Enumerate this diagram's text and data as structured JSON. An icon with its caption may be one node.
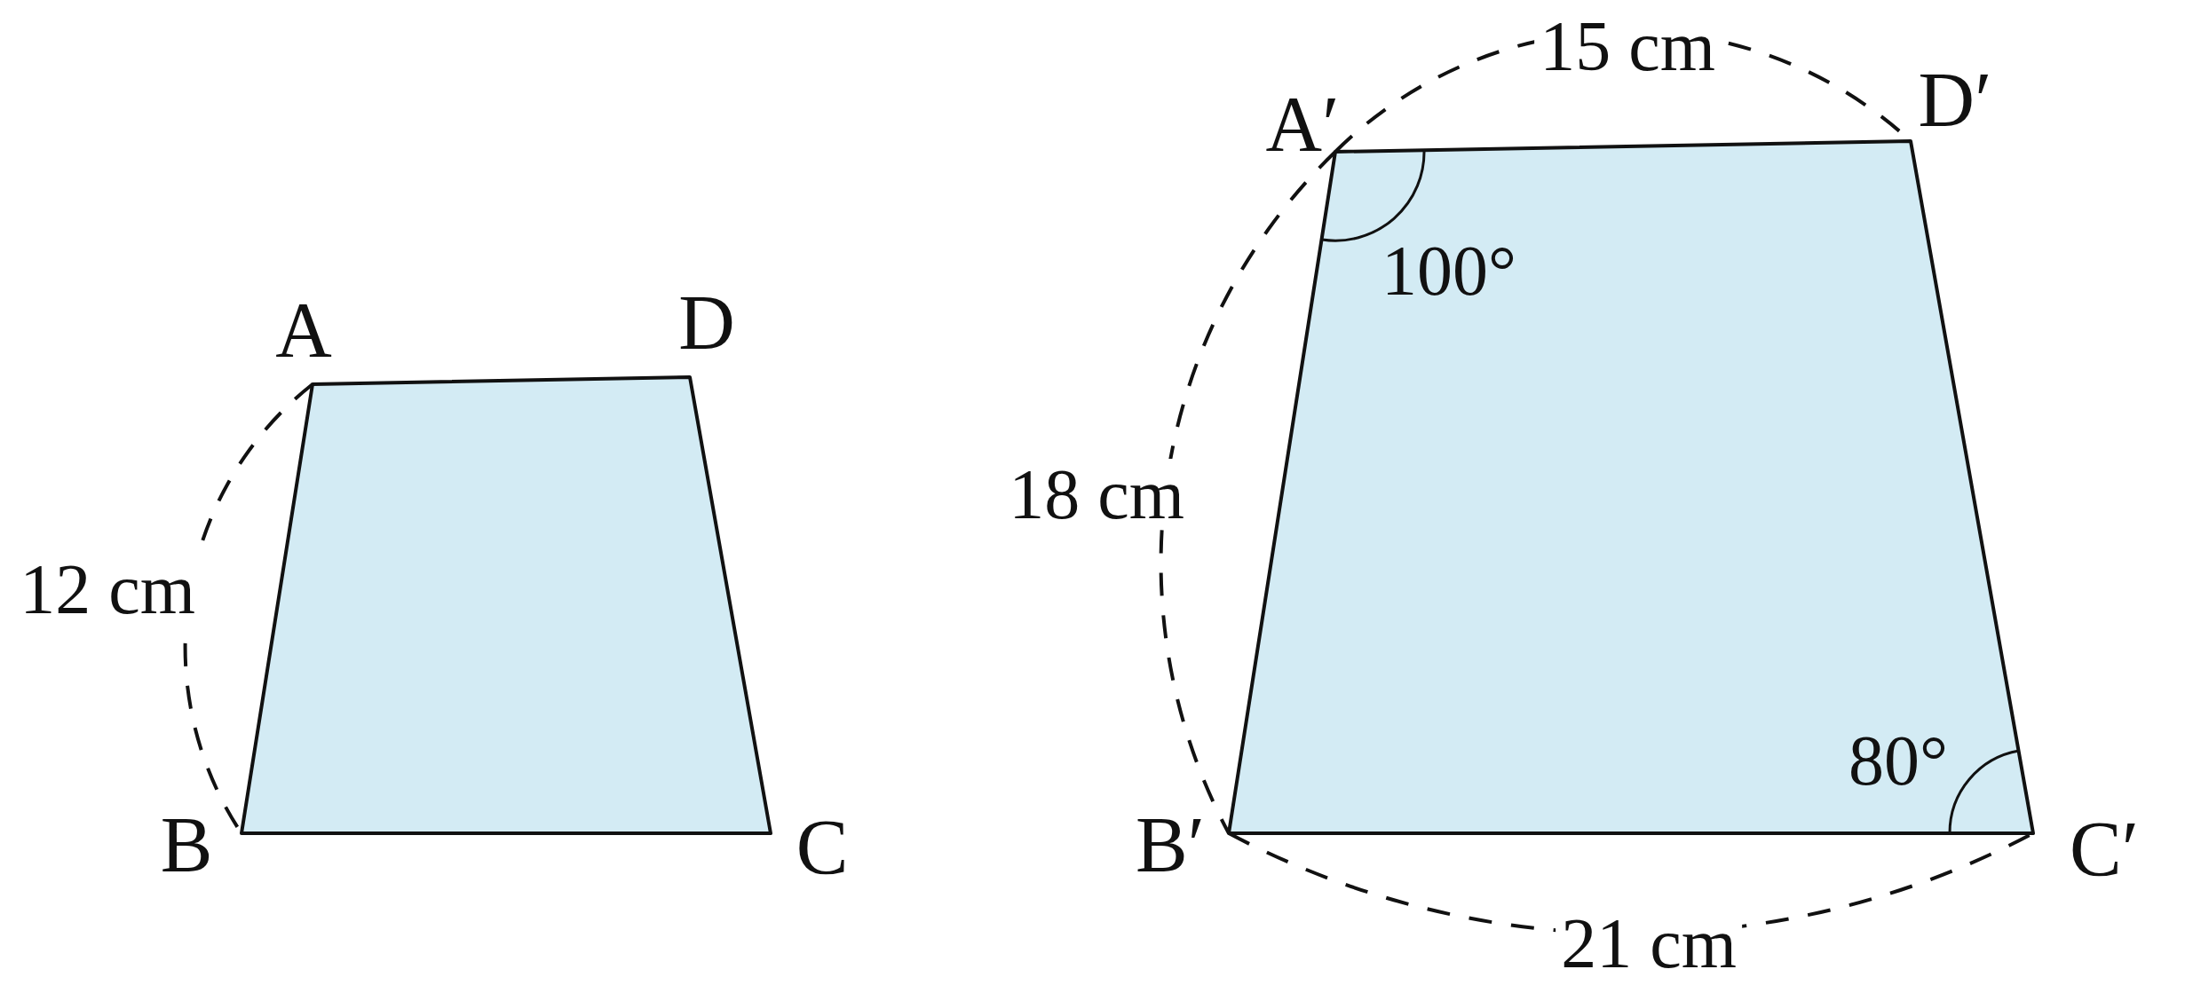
{
  "diagram": {
    "labels": [
      "A",
      "D",
      "12 cm",
      "B",
      "C",
      "A′",
      "15 cm",
      "D′",
      "100°",
      "18 cm",
      "80°",
      "B′",
      "21 cm",
      "C′"
    ]
  }
}
